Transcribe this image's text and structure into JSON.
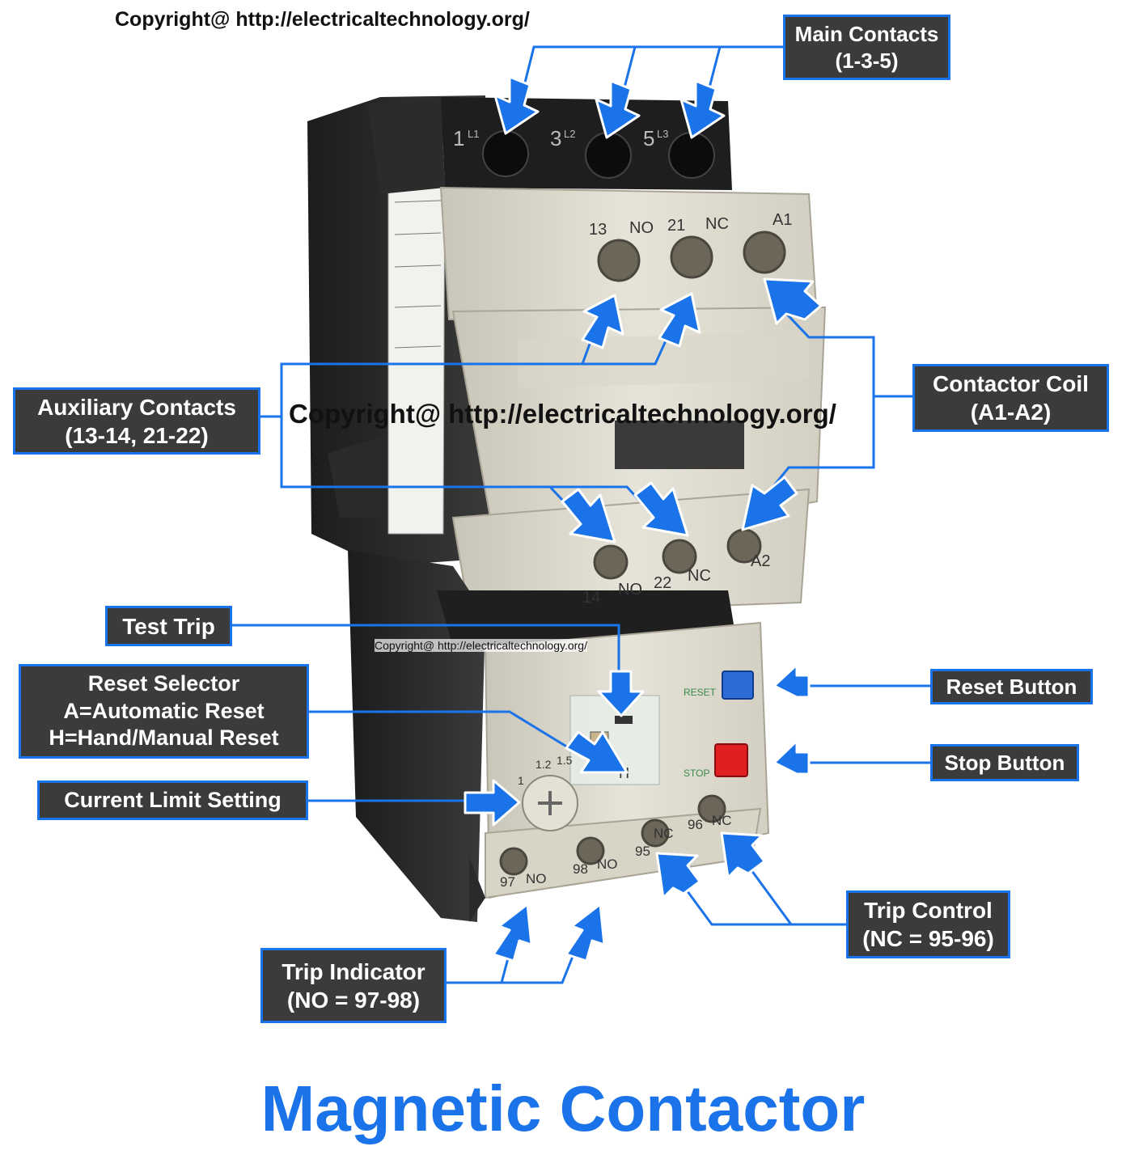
{
  "copyright": {
    "top": "Copyright@ http://electricaltechnology.org/",
    "middle": "Copyright@ http://electricaltechnology.org/",
    "small": "Copyright@ http://electricaltechnology.org/"
  },
  "labels": {
    "main_contacts": [
      "Main Contacts",
      "(1-3-5)"
    ],
    "auxiliary_contacts": [
      "Auxiliary Contacts",
      "(13-14, 21-22)"
    ],
    "contactor_coil": [
      "Contactor Coil",
      "(A1-A2)"
    ],
    "test_trip": [
      "Test Trip"
    ],
    "reset_selector": [
      "Reset Selector",
      "A=Automatic Reset",
      "H=Hand/Manual Reset"
    ],
    "current_limit": [
      "Current Limit Setting"
    ],
    "reset_button": [
      "Reset Button"
    ],
    "stop_button": [
      "Stop Button"
    ],
    "trip_control": [
      "Trip Control",
      "(NC = 95-96)"
    ],
    "trip_indicator": [
      "Trip Indicator",
      "(NO = 97-98)"
    ]
  },
  "terminals": {
    "main_top": [
      "1",
      "L1",
      "3",
      "L2",
      "5",
      "L3"
    ],
    "aux_top": [
      "13",
      "NO",
      "21",
      "NC",
      "A1"
    ],
    "aux_bottom": [
      "14",
      "NO",
      "22",
      "NC",
      "A2"
    ],
    "relay": [
      "97",
      "NO",
      "98",
      "NO",
      "95",
      "NC",
      "96",
      "NC"
    ],
    "button_reset": "RESET",
    "button_stop": "STOP",
    "dial_marks": [
      "1",
      "1.2",
      "1.5"
    ],
    "selector_mark": "H"
  },
  "title": "Magnetic Contactor",
  "colors": {
    "accent": "#1a73e8",
    "label_bg": "#3b3b3b",
    "title": "#1a73e8"
  }
}
